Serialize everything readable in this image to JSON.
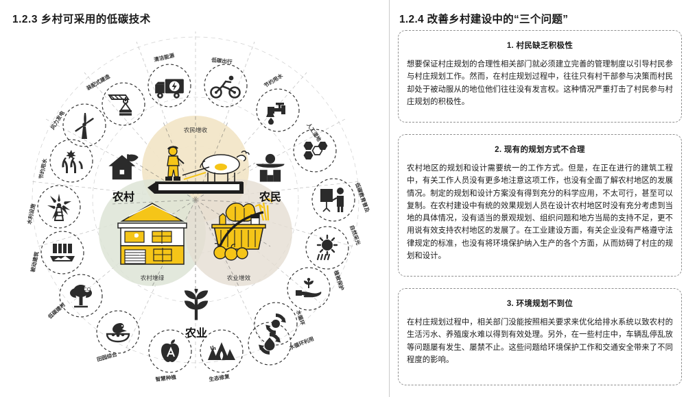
{
  "left": {
    "title": "1.2.3 乡村可采用的低碳技术",
    "core_circles": [
      {
        "name": "农民增收",
        "color": "#f2e6c8"
      },
      {
        "name": "农村增绿",
        "color": "#dde4d6"
      },
      {
        "name": "农业增效",
        "color": "#e5ddd2"
      }
    ],
    "pillars": [
      {
        "label": "农村",
        "icon": "house-with-leaf-icon"
      },
      {
        "label": "农民",
        "icon": "farmer-hat-icon"
      },
      {
        "label": "农业",
        "icon": "plant-tree-icon"
      }
    ],
    "ring_items": [
      {
        "label": "清洁能源",
        "icon": "electric-truck-icon"
      },
      {
        "label": "低碳出行",
        "icon": "bicycle-icon"
      },
      {
        "label": "节约用水",
        "icon": "faucet-drop-icon"
      },
      {
        "label": "人工湿地",
        "icon": "hexagon-cells-icon"
      },
      {
        "label": "低碳教育普及",
        "icon": "teacher-board-icon"
      },
      {
        "label": "自然采光",
        "icon": "sun-rays-icon"
      },
      {
        "label": "植被保护",
        "icon": "hand-sprout-icon"
      },
      {
        "label": "水循环",
        "icon": "recycle-leaf-icon"
      },
      {
        "label": "水循环利用",
        "icon": "recycle-drop-icon"
      },
      {
        "label": "生态修复",
        "icon": "mountain-icon"
      },
      {
        "label": "智慧种植",
        "icon": "apple-plus-icon"
      },
      {
        "label": "田园综合",
        "icon": "bird-nest-icon"
      },
      {
        "label": "低碳建材",
        "icon": "tree-co2-icon"
      },
      {
        "label": "被动建筑",
        "icon": "solar-panel-icon"
      },
      {
        "label": "水利设施",
        "icon": "windmill-icon"
      },
      {
        "label": "节约用水",
        "icon": "rain-crops-icon"
      },
      {
        "label": "风力发电",
        "icon": "wind-turbine-icon"
      },
      {
        "label": "装配式建造",
        "icon": "crane-icon"
      }
    ]
  },
  "right": {
    "title": "1.2.4 改善乡村建设中的“三个问题”",
    "cards": [
      {
        "title": "1. 村民缺乏积极性",
        "body": "想要保证村庄规划的合理性相关部门就必须建立完善的管理制度以引导村民参与村庄规划工作。然而，在村庄规划过程中，往往只有村干部参与决策而村民却处于被动服从的地位他们往往没有发言权。这种情况严重打击了村民参与村庄规划的积极性。"
      },
      {
        "title": "2. 现有的规划方式不合理",
        "body": "农村地区的规划和设计需要统一的工作方式。但是，在正在进行的建筑工程中，有关工作人员没有更多地注意这项工作，也没有全面了解农村地区的发展情况。制定的规划和设计方案没有得到充分的科学应用，不太可行，甚至可以复制。在农村建设中有统的效果规划人员在设计农村地区时没有充分考虑到当地的具体情况，没有适当的景观规划、组织问题和地方当局的支持不足，更不用说有效支持农村地区的发展了。在工业建设方面，有关企业没有严格遵守法律规定的标准，也没有将环境保护纳入生产的各个方面，从而妨碍了村庄的规划和设计。"
      },
      {
        "title": "3. 环境规划不到位",
        "body": "在村庄规划过程中，相关部门没能按照相关要求来优化给排水系统以致农村的生活污水、养殖废水难以得到有效处理。另外，在一些村庄中，车辆乱停乱放等问题屡有发生、屡禁不止。这些问题给环境保护工作和交通安全带来了不同程度的影响。"
      }
    ]
  },
  "colors": {
    "accent_yellow": "#f5c518",
    "ink": "#1a1a1a",
    "dash_grey": "#8e8e8e"
  }
}
